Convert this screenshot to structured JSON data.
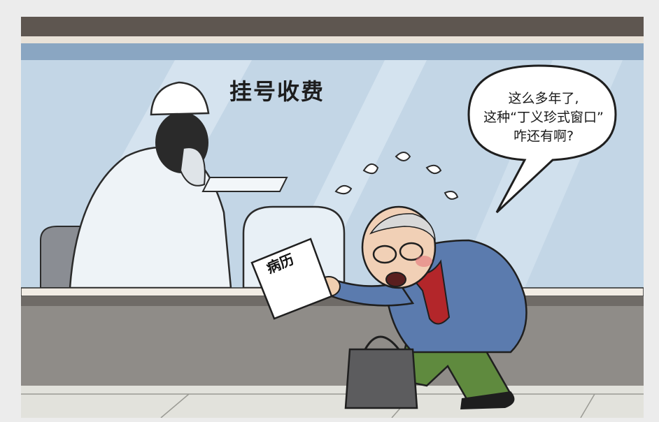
{
  "sign_text": "挂号收费",
  "speech_bubble": {
    "lines": [
      "这么多年了,",
      "这种“丁义珍式窗口”",
      "咋还有啊?"
    ]
  },
  "medical_record_label": "病历",
  "colors": {
    "wall_top": "#5e5650",
    "glass": "#b9cfe0",
    "counter": "#8f8c88",
    "coat": "#5b7bae",
    "trousers": "#5f8a3e",
    "scarf": "#b3262a",
    "bag": "#5c5c5e"
  }
}
